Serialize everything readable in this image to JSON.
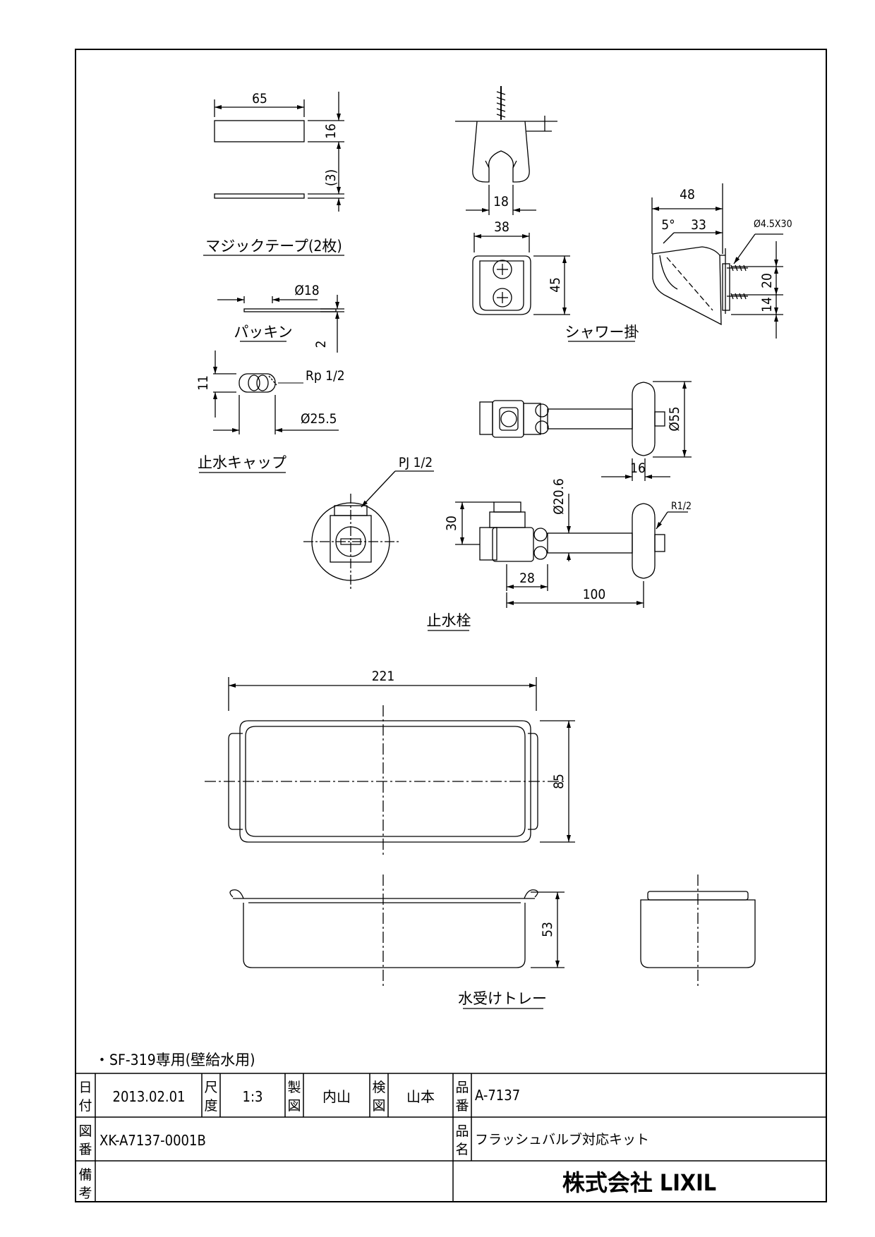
{
  "parts": {
    "magic_tape": {
      "label": "マジックテープ(2枚)",
      "dims": [
        "65",
        "16",
        "(3)"
      ]
    },
    "packing": {
      "label": "パッキン",
      "dims": [
        "Ø18",
        "2"
      ]
    },
    "stop_cap": {
      "label": "止水キャップ",
      "dims": [
        "11",
        "Rp 1/2",
        "Ø25.5"
      ]
    },
    "shower_hook": {
      "label": "シャワー掛",
      "dims": [
        "18",
        "38",
        "45",
        "48",
        "5°",
        "33",
        "Ø4.5X30",
        "20",
        "14"
      ]
    },
    "stop_valve": {
      "label": "止水栓",
      "dims": [
        "Ø55",
        "16",
        "PJ 1/2",
        "Ø20.6",
        "R1/2",
        "30",
        "28",
        "100"
      ]
    },
    "tray": {
      "label": "水受けトレー",
      "dims": [
        "221",
        "85",
        "53"
      ]
    }
  },
  "note": "・SF-319専用(壁給水用)",
  "title_block": {
    "date_label": [
      "日",
      "付"
    ],
    "date": "2013.02.01",
    "scale_label": [
      "尺",
      "度"
    ],
    "scale": "1:3",
    "drawn_label": [
      "製",
      "図"
    ],
    "drawn_by": "内山",
    "checked_label": [
      "検",
      "図"
    ],
    "checked_by": "山本",
    "part_no_label": [
      "品",
      "番"
    ],
    "part_no": "A-7137",
    "drawing_no_label": [
      "図",
      "番"
    ],
    "drawing_no": "XK-A7137-0001B",
    "part_name_label": [
      "品",
      "名"
    ],
    "part_name": "フラッシュバルブ対応キット",
    "remarks_label": [
      "備",
      "考"
    ],
    "company": "株式会社 LIXIL"
  }
}
